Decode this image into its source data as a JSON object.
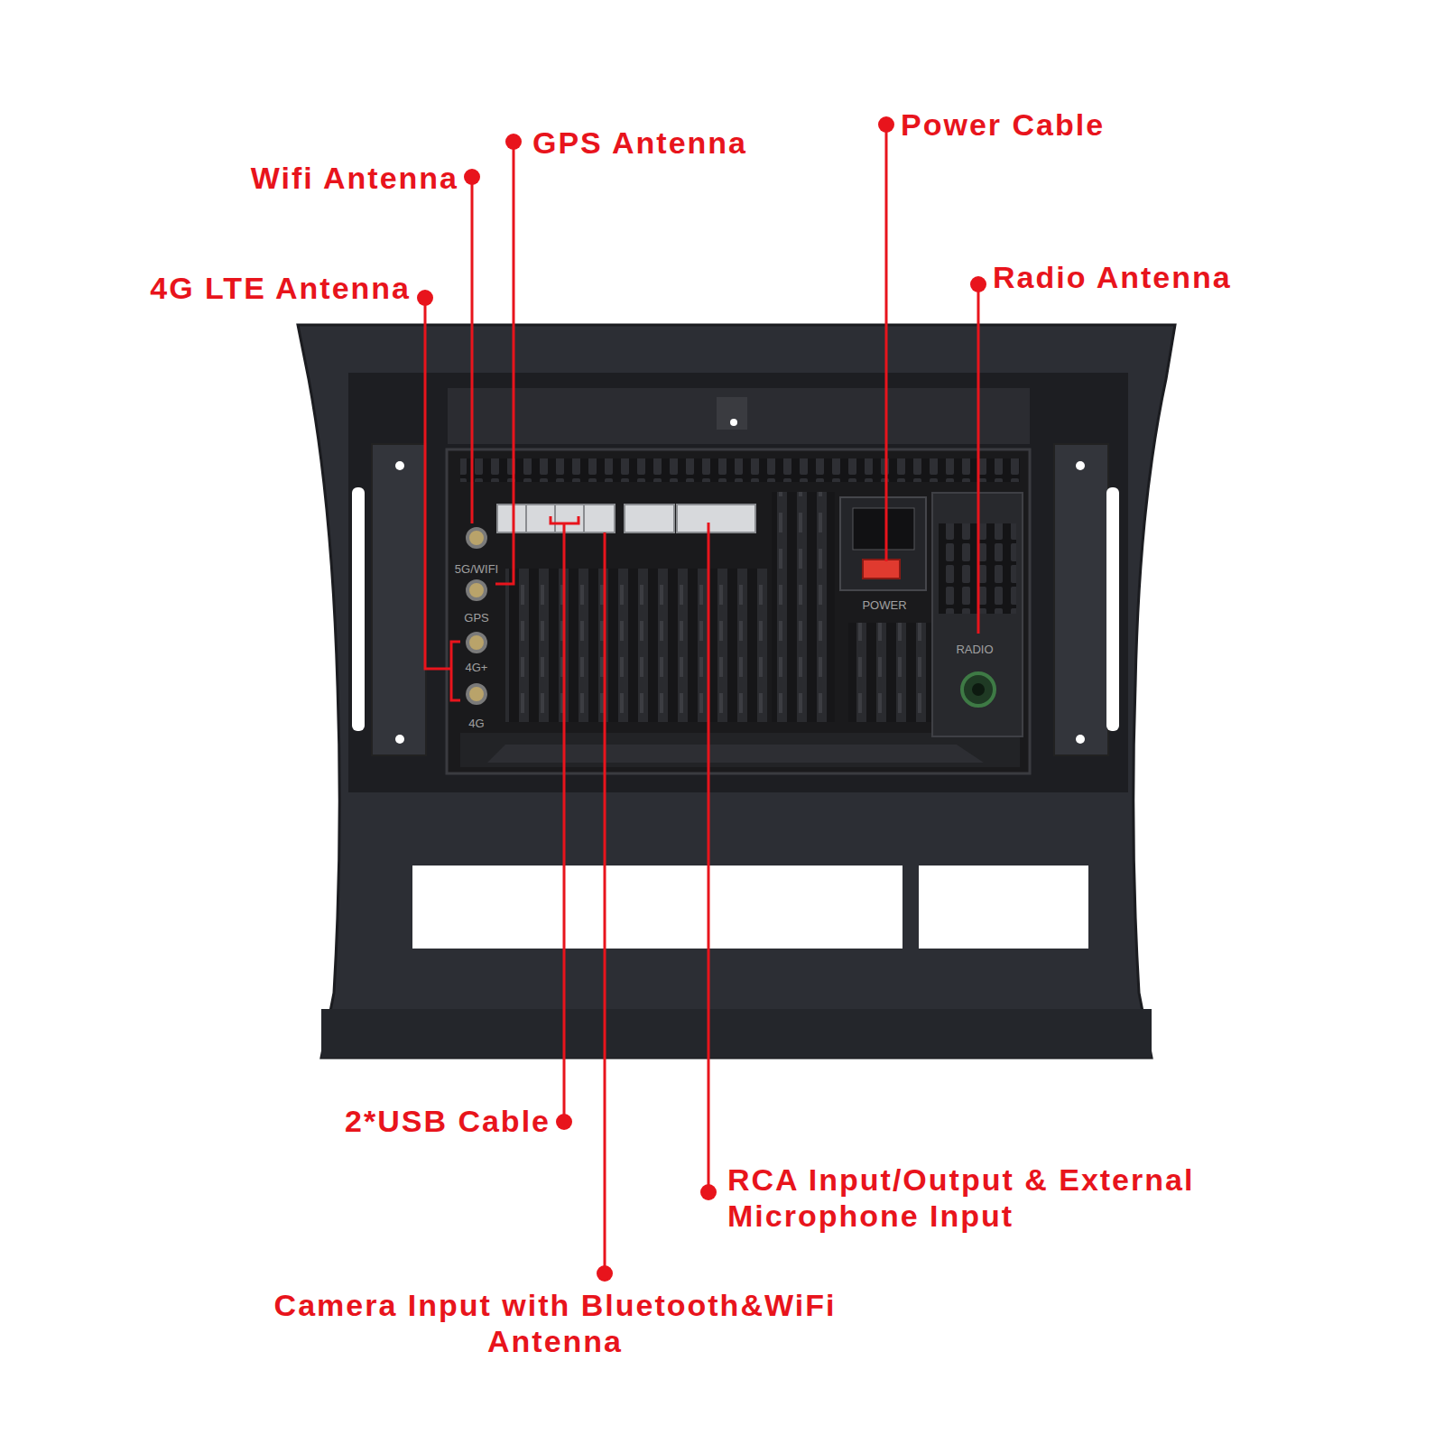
{
  "diagram": {
    "labels": [
      "GPS Antenna",
      "Power Cable",
      "Wifi Antenna",
      "Radio Antenna",
      "4G LTE Antenna",
      "5G/WIFI",
      "GPS",
      "4G+",
      "4G",
      "POWER",
      "RADIO",
      "2*USB Cable",
      "RCA Input/Output & External Microphone Input",
      "Camera Input with Bluetooth&WiFi Antenna"
    ]
  }
}
